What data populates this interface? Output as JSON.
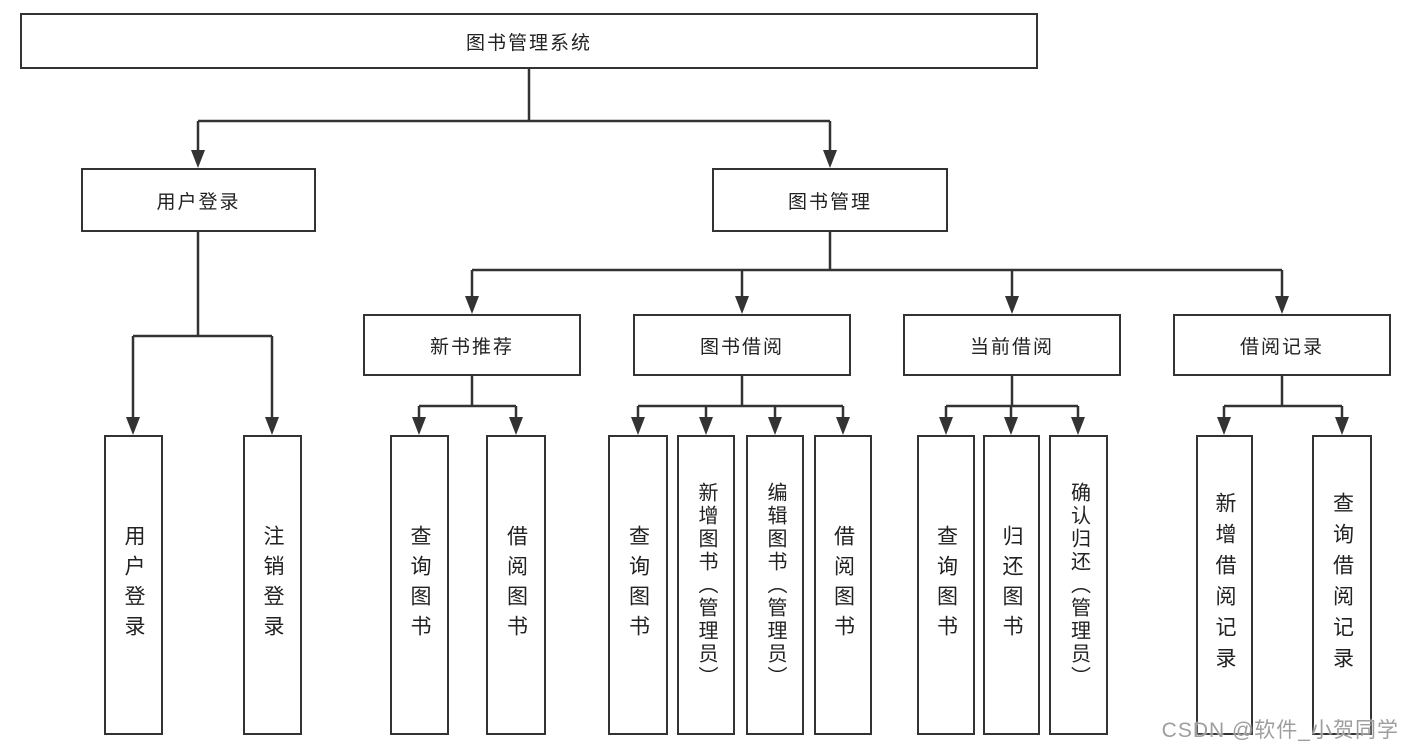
{
  "root": {
    "label": "图书管理系统"
  },
  "level2": [
    {
      "label": "用户登录"
    },
    {
      "label": "图书管理"
    }
  ],
  "level3": [
    {
      "label": "新书推荐"
    },
    {
      "label": "图书借阅"
    },
    {
      "label": "当前借阅"
    },
    {
      "label": "借阅记录"
    }
  ],
  "leaves": {
    "userLogin": [
      {
        "label": "用户登录"
      },
      {
        "label": "注销登录"
      }
    ],
    "newBookRec": [
      {
        "label": "查询图书"
      },
      {
        "label": "借阅图书"
      }
    ],
    "bookBorrow": [
      {
        "label": "查询图书"
      },
      {
        "label": "新增图书（管理员）"
      },
      {
        "label": "编辑图书（管理员）"
      },
      {
        "label": "借阅图书"
      }
    ],
    "currentBorrow": [
      {
        "label": "查询图书"
      },
      {
        "label": "归还图书"
      },
      {
        "label": "确认归还（管理员）"
      }
    ],
    "borrowRecord": [
      {
        "label": "新增借阅记录"
      },
      {
        "label": "查询借阅记录"
      }
    ]
  },
  "watermark": {
    "text": "CSDN @软件_小贺同学"
  },
  "colors": {
    "line": "#333333",
    "box_border": "#333333",
    "box_background": "#ffffff",
    "text": "#222222",
    "watermark": "#9e9e9e"
  }
}
